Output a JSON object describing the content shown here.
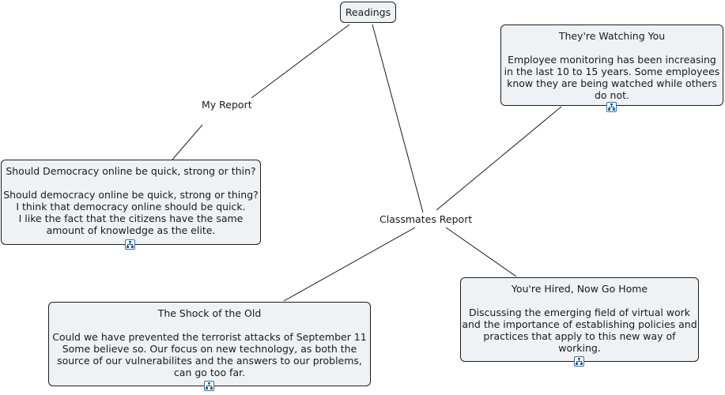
{
  "root": {
    "label": "Readings"
  },
  "links": {
    "my_report": "My Report",
    "classmates_report": "Classmates Report"
  },
  "nodes": {
    "democracy": {
      "title": "Should Democracy online be quick, strong or thin?",
      "body": "Should democracy online be quick, strong or thing?\nI think that democracy online should be quick.\nI like the fact that the citizens have the same\namount of knowledge as the elite."
    },
    "watching": {
      "title": "They're Watching You",
      "body": "Employee monitoring has been increasing\nin the last 10 to 15 years. Some employees\nknow they are being watched while others\ndo not."
    },
    "shock": {
      "title": "The Shock of the Old",
      "body": "Could we have prevented the terrorist attacks of September 11\nSome believe so. Our focus on new technology, as both the\nsource of our vulnerabilites and the answers to our problems,\ncan go too far."
    },
    "hired": {
      "title": "You're Hired, Now Go Home",
      "body": "Discussing the emerging field of virtual work\nand the importance of establishing policies and\npractices that apply to this new way of\nworking."
    }
  },
  "icons": {
    "submap": "submap-icon"
  }
}
